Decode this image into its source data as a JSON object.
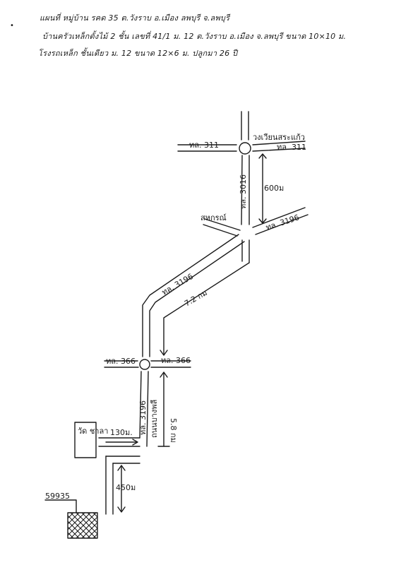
{
  "header": {
    "bullet": "•",
    "line1": "แผนที่ หมู่บ้าน รคด 35 ต.วังราบ อ.เมือง ลพบุรี จ.ลพบุรี",
    "line2": "บ้านครัวเหล็กตั้งไม้ 2 ชั้น เลขที่ 41/1 ม. 12 ต.วังราบ อ.เมือง จ.ลพบุรี ขนาด 10×10 ม.",
    "line3": "โรงรถเหล็ก ชั้นเดียว ม. 12 ขนาด 12×6 ม. ปลูกมา 26 ปี",
    "line3b": "ปลูกมา 26 ปี"
  },
  "map": {
    "labels": {
      "circle_top": "วงเวียนสระแก้ว",
      "tl311_left": "ทล. 311",
      "tl311_right": "ทล. 311",
      "tl3016": "ทล. 3016",
      "dist_600": "600ม",
      "sahakorn": "สหกรณ์",
      "tl3196_right": "ทล. 3196",
      "tl3196_mid": "ทล. 3196",
      "dist_72km": "7.2 กม",
      "tl366_left": "ทล. 366",
      "tl366_right": "ทล. 366",
      "tl3196_lower": "ทล. 3196",
      "road_wang": "ถนนบางพลี",
      "dist_58km": "5.8 กม",
      "temple": "วัด ชาลา",
      "dist_130": "130ม.",
      "dist_450": "450ม",
      "plot_no": "59935"
    }
  }
}
